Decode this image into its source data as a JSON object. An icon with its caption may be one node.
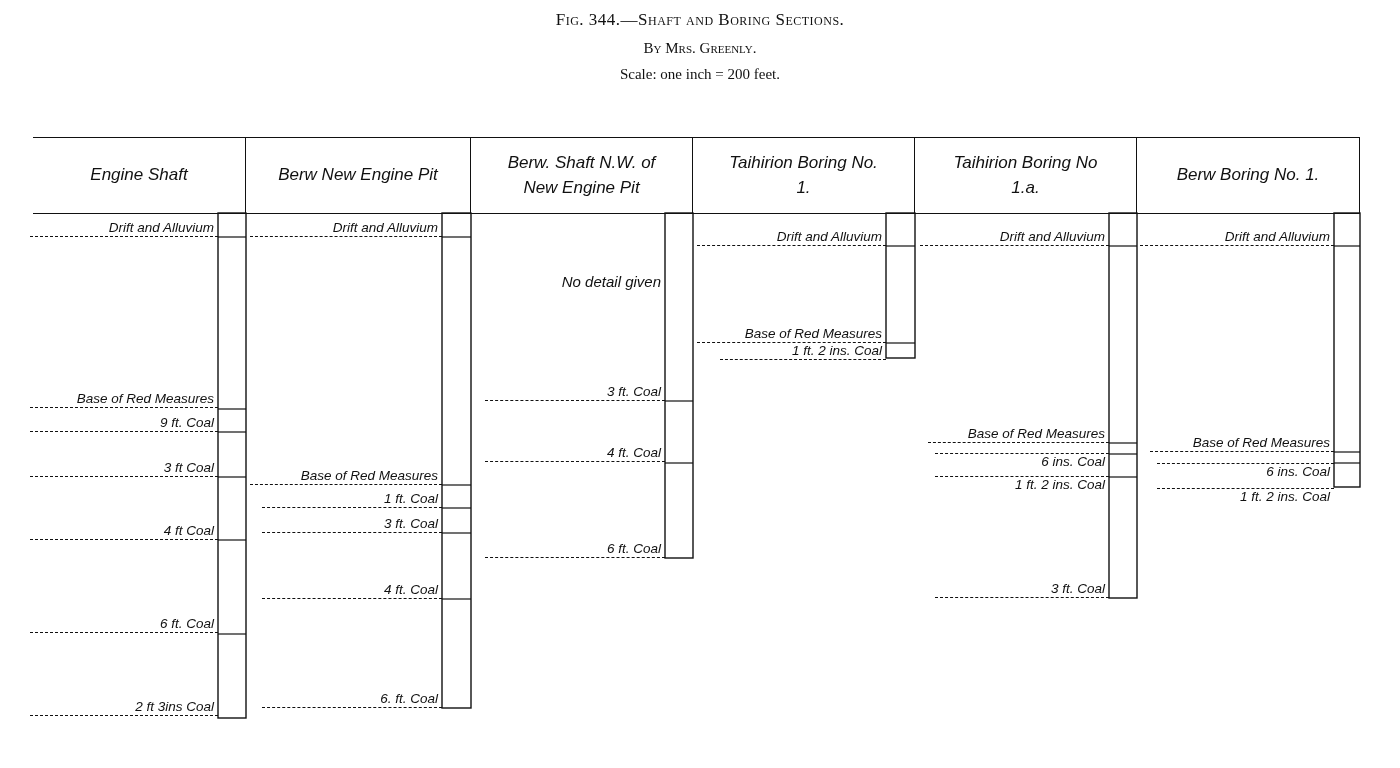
{
  "diagram": {
    "title": "Fig. 344.—Shaft and Boring Sections.",
    "nodes": [
      {
        "text": [
          "Engine Shaft"
        ]
      },
      {
        "text": [
          "Berw New Engine Pit"
        ]
      },
      {
        "text": [
          "Berw. Shaft N.W. of New Engine Pit"
        ]
      },
      {
        "text": [
          "Taihirion Boring No. 1."
        ]
      },
      {
        "text": [
          "Taihirion Boring No 1.a."
        ]
      },
      {
        "text": [
          "Berw Boring No. 1."
        ]
      }
    ],
    "labels": [
      "By Mrs. Greenly.",
      "Scale: one inch = 200 feet.",
      "Drift and Alluvium",
      "Base of Red Measures",
      "9 ft. Coal",
      "3 ft Coal",
      "4 ft Coal",
      "6 ft. Coal",
      "2 ft 3ins Coal",
      "Drift and Alluvium",
      "Base of Red Measures",
      "1 ft. Coal",
      "3 ft. Coal",
      "4 ft. Coal",
      "6. ft. Coal",
      "No detail given",
      "3 ft. Coal",
      "4 ft. Coal",
      "6 ft. Coal",
      "Drift and Alluvium",
      "Base of Red Measures",
      "1 ft. 2 ins. Coal",
      "Drift and Alluvium",
      "Base of Red Measures",
      "6 ins. Coal",
      "1 ft. 2 ins. Coal",
      "3 ft. Coal",
      "Drift and Alluvium",
      "Base of Red Measures",
      "6 ins. Coal",
      "1 ft. 2 ins. Coal"
    ]
  }
}
